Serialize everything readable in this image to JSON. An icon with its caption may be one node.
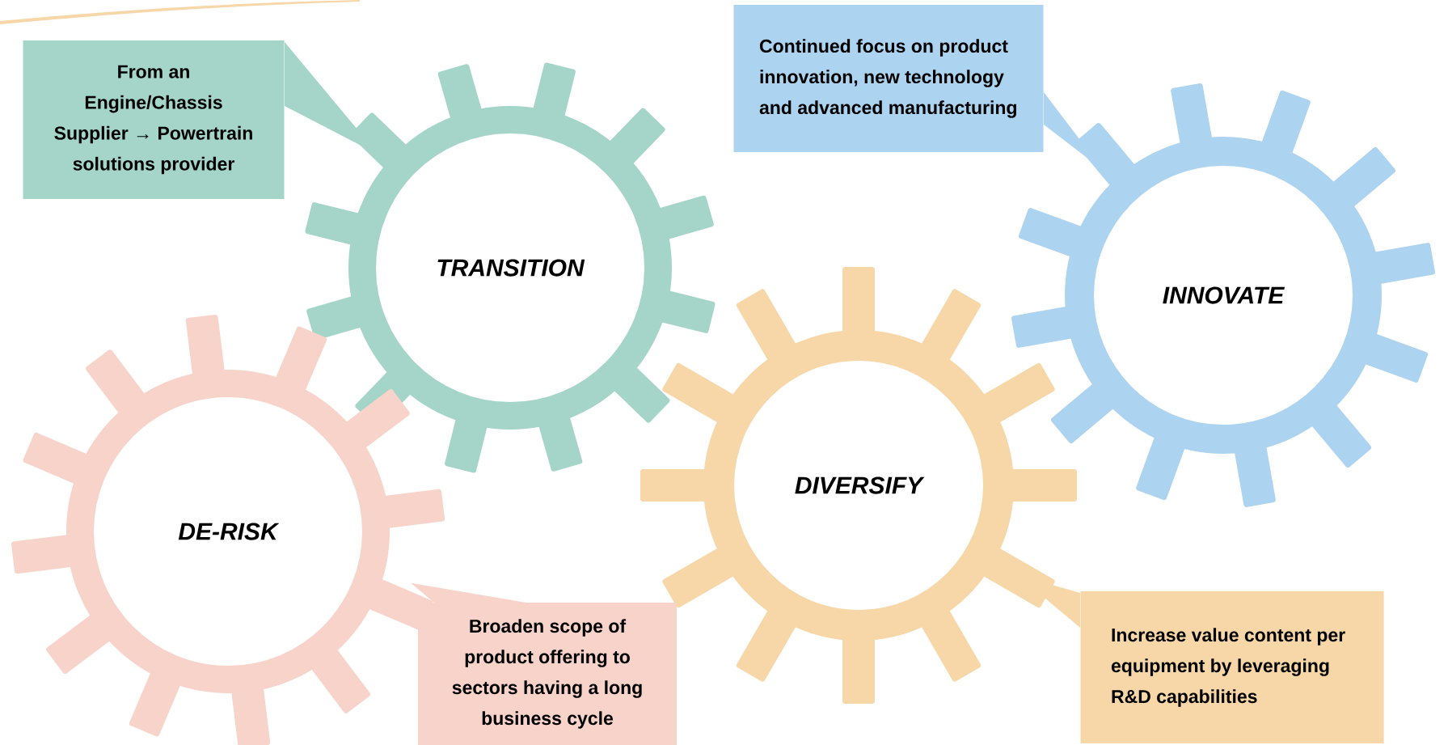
{
  "diagram": {
    "nodes": [
      {
        "text": [
          "From an Engine/Chassis Supplier → Powertrain solutions provider"
        ]
      },
      {
        "text": [
          "Continued focus on product innovation, new technology and advanced manufacturing"
        ]
      },
      {
        "text": [
          "TRANSITION"
        ]
      },
      {
        "text": [
          "INNOVATE"
        ]
      },
      {
        "text": [
          "DIVERSIFY"
        ]
      },
      {
        "text": [
          "DE-RISK"
        ]
      },
      {
        "text": [
          "Broaden scope of product offering to sectors having a long business cycle"
        ]
      },
      {
        "text": [
          "Increase value content per equipment by leveraging R&D capabilities"
        ]
      }
    ]
  }
}
